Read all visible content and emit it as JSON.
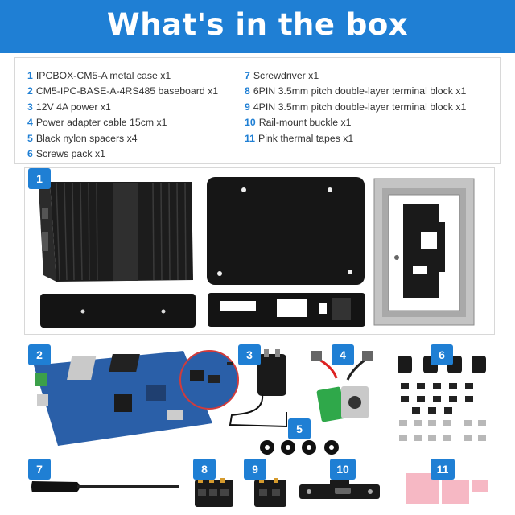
{
  "header": {
    "title": "What's in the box"
  },
  "items_left": [
    {
      "num": "1",
      "text": "IPCBOX-CM5-A metal case x1"
    },
    {
      "num": "2",
      "text": "CM5-IPC-BASE-A-4RS485 baseboard x1"
    },
    {
      "num": "3",
      "text": "12V 4A power x1"
    },
    {
      "num": "4",
      "text": "Power adapter cable 15cm x1"
    },
    {
      "num": "5",
      "text": "Black nylon spacers x4"
    },
    {
      "num": "6",
      "text": "Screws pack x1"
    }
  ],
  "items_right": [
    {
      "num": "7",
      "text": "Screwdriver x1"
    },
    {
      "num": "8",
      "text": "6PIN 3.5mm pitch double-layer terminal block x1"
    },
    {
      "num": "9",
      "text": "4PIN 3.5mm pitch double-layer terminal block x1"
    },
    {
      "num": "10",
      "text": "Rail-mount buckle x1"
    },
    {
      "num": "11",
      "text": "Pink thermal tapes x1"
    }
  ],
  "badges": [
    "1",
    "2",
    "3",
    "4",
    "5",
    "6",
    "7",
    "8",
    "9",
    "10",
    "11"
  ],
  "colors": {
    "accent": "#1f7fd4",
    "case_black": "#1c1c1c",
    "pcb_blue": "#2a5fa8",
    "thermal_pink": "#f6b8c4"
  }
}
